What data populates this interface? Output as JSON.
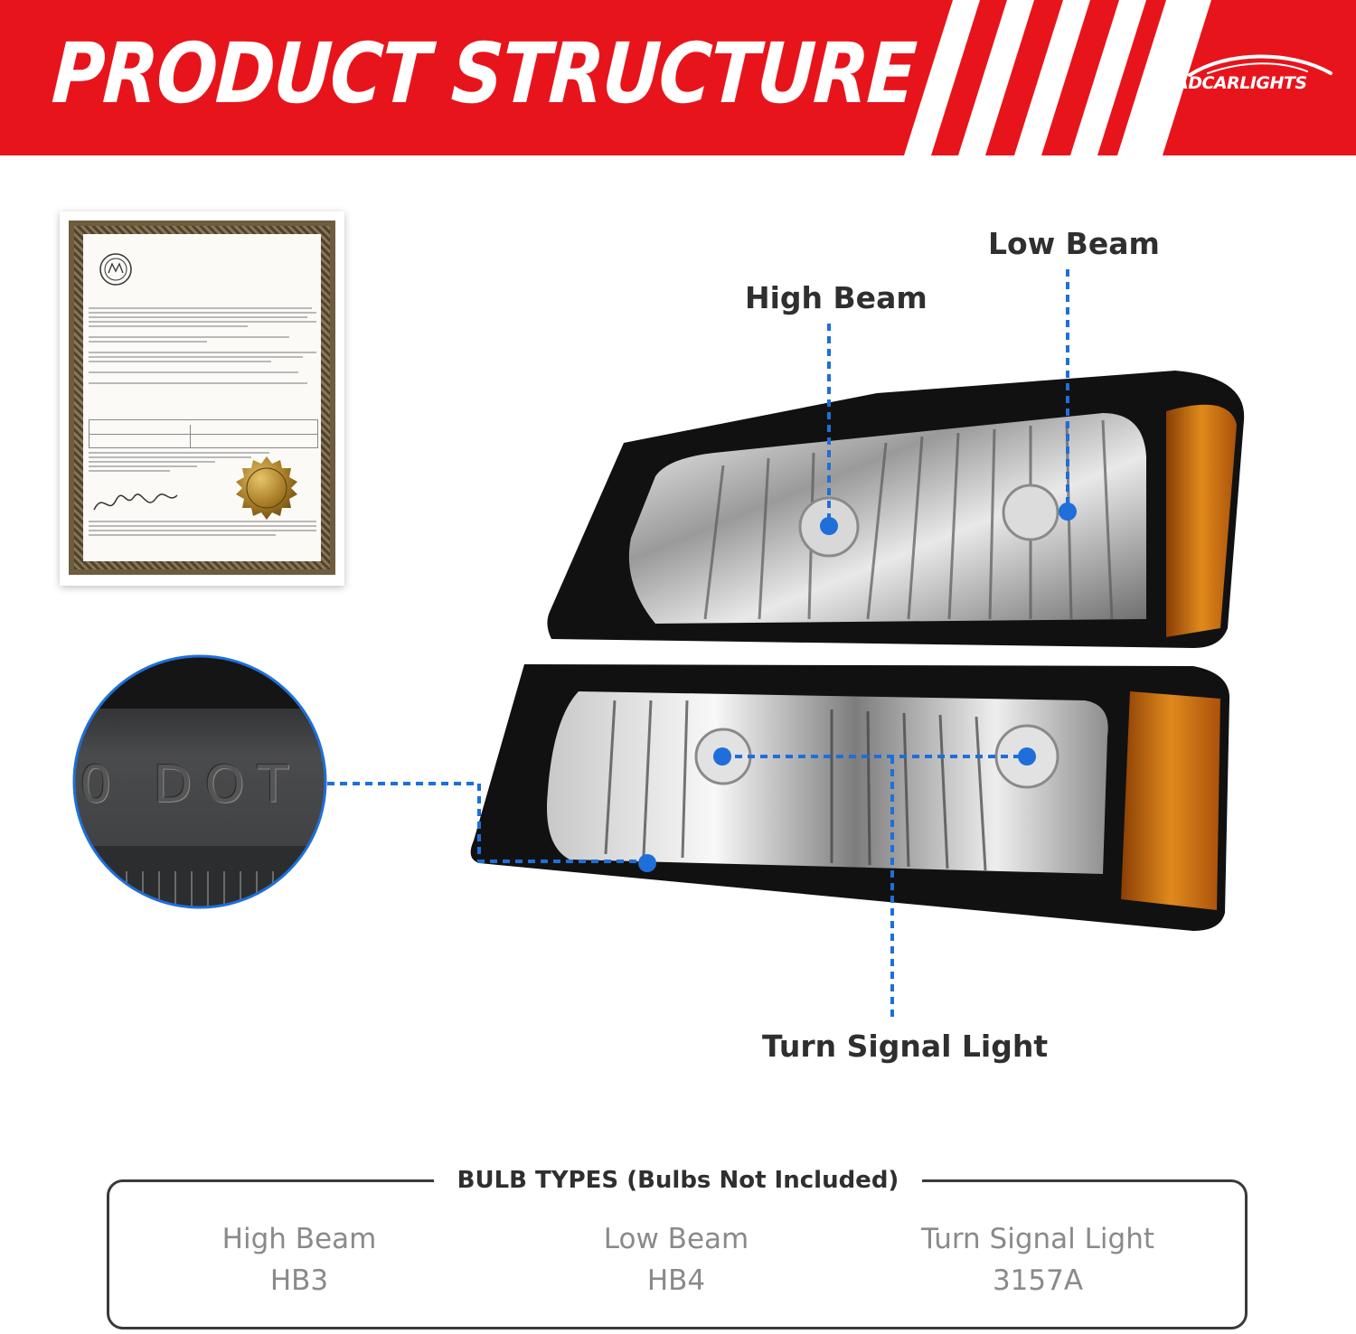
{
  "header": {
    "title": "PRODUCT STRUCTURE",
    "brand": "ADCARLIGHTS"
  },
  "colors": {
    "banner_red": "#e8141c",
    "callout_blue": "#1e6fd9",
    "amber": "#d97a12",
    "label_text": "#2f2f2f",
    "bulb_text": "#8a8a8a"
  },
  "callouts": {
    "low_beam": "Low Beam",
    "high_beam": "High Beam",
    "turn_signal": "Turn Signal Light"
  },
  "magnifier": {
    "text": "0 DOT D"
  },
  "bulb_types": {
    "title": "BULB TYPES (Bulbs Not Included)",
    "items": [
      {
        "name": "High Beam",
        "code": "HB3"
      },
      {
        "name": "Low Beam",
        "code": "HB4"
      },
      {
        "name": "Turn Signal Light",
        "code": "3157A"
      }
    ]
  }
}
